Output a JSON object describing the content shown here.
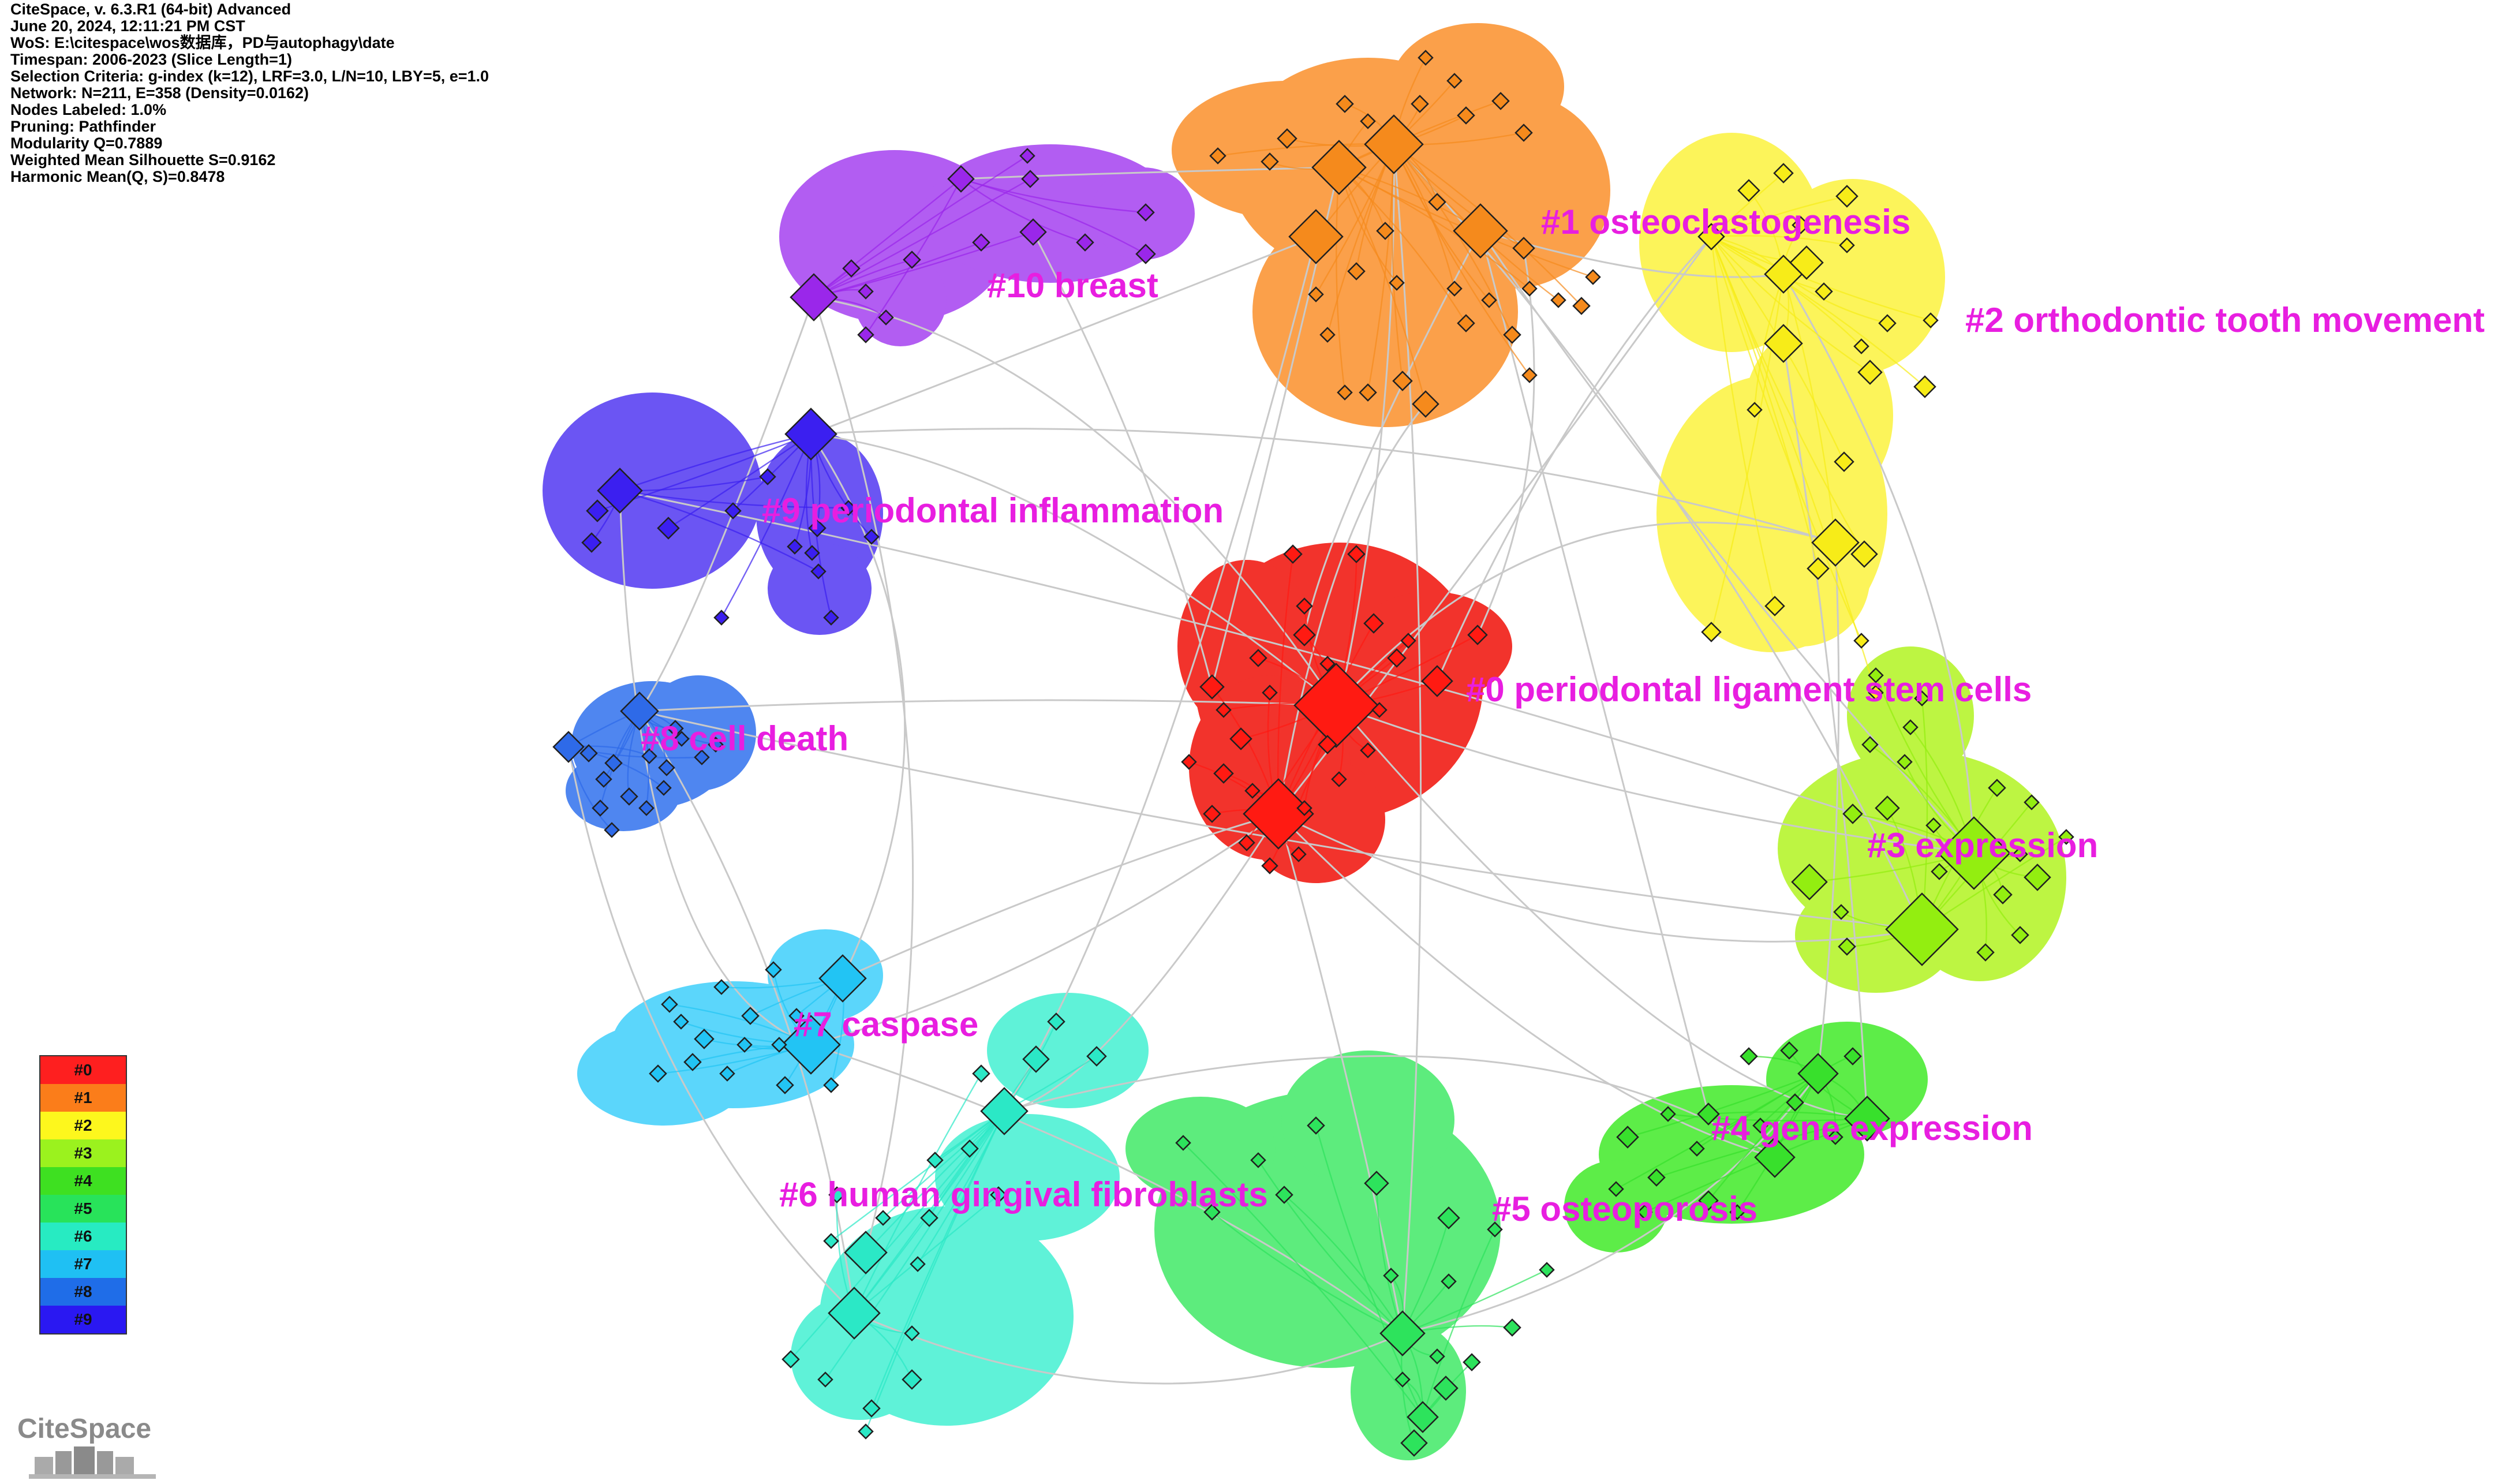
{
  "header": {
    "lines": [
      "CiteSpace, v. 6.3.R1 (64-bit) Advanced",
      "June 20, 2024, 12:11:21 PM CST",
      "WoS: E:\\citespace\\wos数据库，PD与autophagy\\date",
      "Timespan: 2006-2023 (Slice Length=1)",
      "Selection Criteria: g-index (k=12), LRF=3.0, L/N=10, LBY=5, e=1.0",
      "Network: N=211, E=358 (Density=0.0162)",
      "Nodes Labeled: 1.0%",
      "Pruning: Pathfinder",
      "Modularity Q=0.7889",
      "Weighted Mean Silhouette S=0.9162",
      "Harmonic Mean(Q, S)=0.8478"
    ]
  },
  "clusters": [
    {
      "id": "#0",
      "label": "#0 periodontal ligament stem cells",
      "color": "#f2332c",
      "node_color": "#ff1a12"
    },
    {
      "id": "#1",
      "label": "#1 osteoclastogenesis",
      "color": "#fba04a",
      "node_color": "#f58a1c"
    },
    {
      "id": "#2",
      "label": "#2 orthodontic tooth movement",
      "color": "#fcf45a",
      "node_color": "#f7ec18"
    },
    {
      "id": "#3",
      "label": "#3 expression",
      "color": "#bdf542",
      "node_color": "#93ee10"
    },
    {
      "id": "#4",
      "label": "#4 gene expression",
      "color": "#5ded48",
      "node_color": "#38e02c"
    },
    {
      "id": "#5",
      "label": "#5 osteoporosis",
      "color": "#5dec7d",
      "node_color": "#2de35c"
    },
    {
      "id": "#6",
      "label": "#6 human gingival fibroblasts",
      "color": "#5ff2d8",
      "node_color": "#2be8c6"
    },
    {
      "id": "#7",
      "label": "#7 caspase",
      "color": "#5bd6fb",
      "node_color": "#22c4f4"
    },
    {
      "id": "#8",
      "label": "#8 cell death",
      "color": "#4f86f0",
      "node_color": "#2e6ae8"
    },
    {
      "id": "#9",
      "label": "#9 periodontal inflammation",
      "color": "#6b55f3",
      "node_color": "#3b1ff0"
    },
    {
      "id": "#10",
      "label": "#10 breast",
      "color": "#b25df2",
      "node_color": "#9a27ea"
    }
  ],
  "legend": {
    "items": [
      {
        "label": "#0",
        "color": "#fe1f1f"
      },
      {
        "label": "#1",
        "color": "#fb7d1a"
      },
      {
        "label": "#2",
        "color": "#fdf71d"
      },
      {
        "label": "#3",
        "color": "#9bf21e"
      },
      {
        "label": "#4",
        "color": "#3ee021"
      },
      {
        "label": "#5",
        "color": "#28e35a"
      },
      {
        "label": "#6",
        "color": "#27ebc2"
      },
      {
        "label": "#7",
        "color": "#1fc0f3"
      },
      {
        "label": "#8",
        "color": "#1f6de8"
      },
      {
        "label": "#9",
        "color": "#2a18f2"
      }
    ]
  },
  "logo": {
    "text": "CiteSpace"
  }
}
